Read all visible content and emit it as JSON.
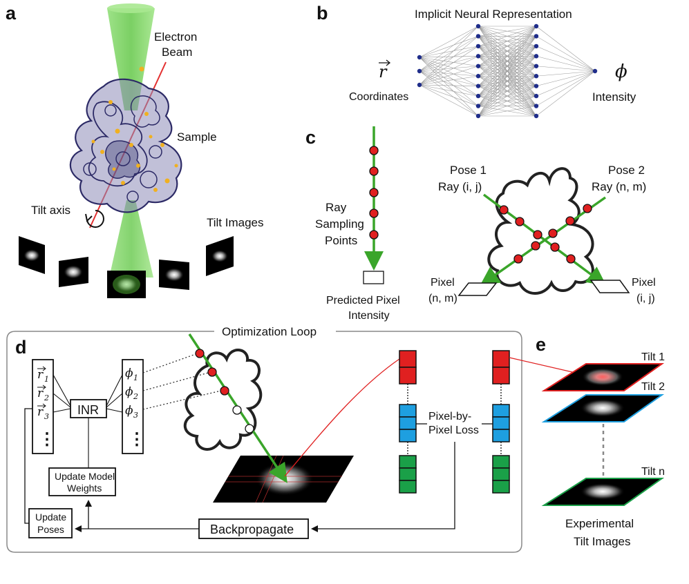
{
  "panels": {
    "a": "a",
    "b": "b",
    "c": "c",
    "d": "d",
    "e": "e"
  },
  "panel_a": {
    "beam_label_1": "Electron",
    "beam_label_2": "Beam",
    "sample_label": "Sample",
    "tilt_axis_label": "Tilt axis",
    "tilt_images_label": "Tilt Images"
  },
  "panel_b": {
    "title": "Implicit Neural Representation",
    "input_symbol": "r",
    "input_label": "Coordinates",
    "output_symbol": "ϕ",
    "output_label": "Intensity"
  },
  "panel_c": {
    "ray_label_1": "Ray",
    "ray_label_2": "Sampling",
    "ray_label_3": "Points",
    "predicted_1": "Predicted Pixel",
    "predicted_2": "Intensity",
    "pose1_1": "Pose 1",
    "pose1_2": "Ray (i, j)",
    "pose2_1": "Pose 2",
    "pose2_2": "Ray (n, m)",
    "pixel_left_1": "Pixel",
    "pixel_left_2": "(n, m)",
    "pixel_right_1": "Pixel",
    "pixel_right_2": "(i, j)"
  },
  "panel_d": {
    "loop_title": "Optimization Loop",
    "inputs": [
      "r",
      "r",
      "r"
    ],
    "input_subs": [
      "1",
      "2",
      "3"
    ],
    "outputs": [
      "ϕ",
      "ϕ",
      "ϕ"
    ],
    "output_subs": [
      "1",
      "2",
      "3"
    ],
    "ellipsis": "⋮",
    "inr_label": "INR",
    "update_weights_1": "Update Model",
    "update_weights_2": "Weights",
    "update_poses_1": "Update",
    "update_poses_2": "Poses",
    "backprop_label": "Backpropagate",
    "loss_1": "Pixel-by-",
    "loss_2": "Pixel Loss"
  },
  "panel_e": {
    "tilt_1": "Tilt 1",
    "tilt_2": "Tilt 2",
    "tilt_n": "Tilt n",
    "caption_1": "Experimental",
    "caption_2": "Tilt Images"
  },
  "colors": {
    "beam_green": "#5cc93a",
    "arrow_green": "#3aa52a",
    "point_red": "#e02020",
    "loss_red": "#e02020",
    "loss_blue": "#1e9fe0",
    "loss_green": "#1aa048",
    "tilt_axis_red": "#e33030",
    "sample_navy": "#2c2a66",
    "node_blue": "#1f2d8a",
    "frame_gray": "#888888"
  }
}
